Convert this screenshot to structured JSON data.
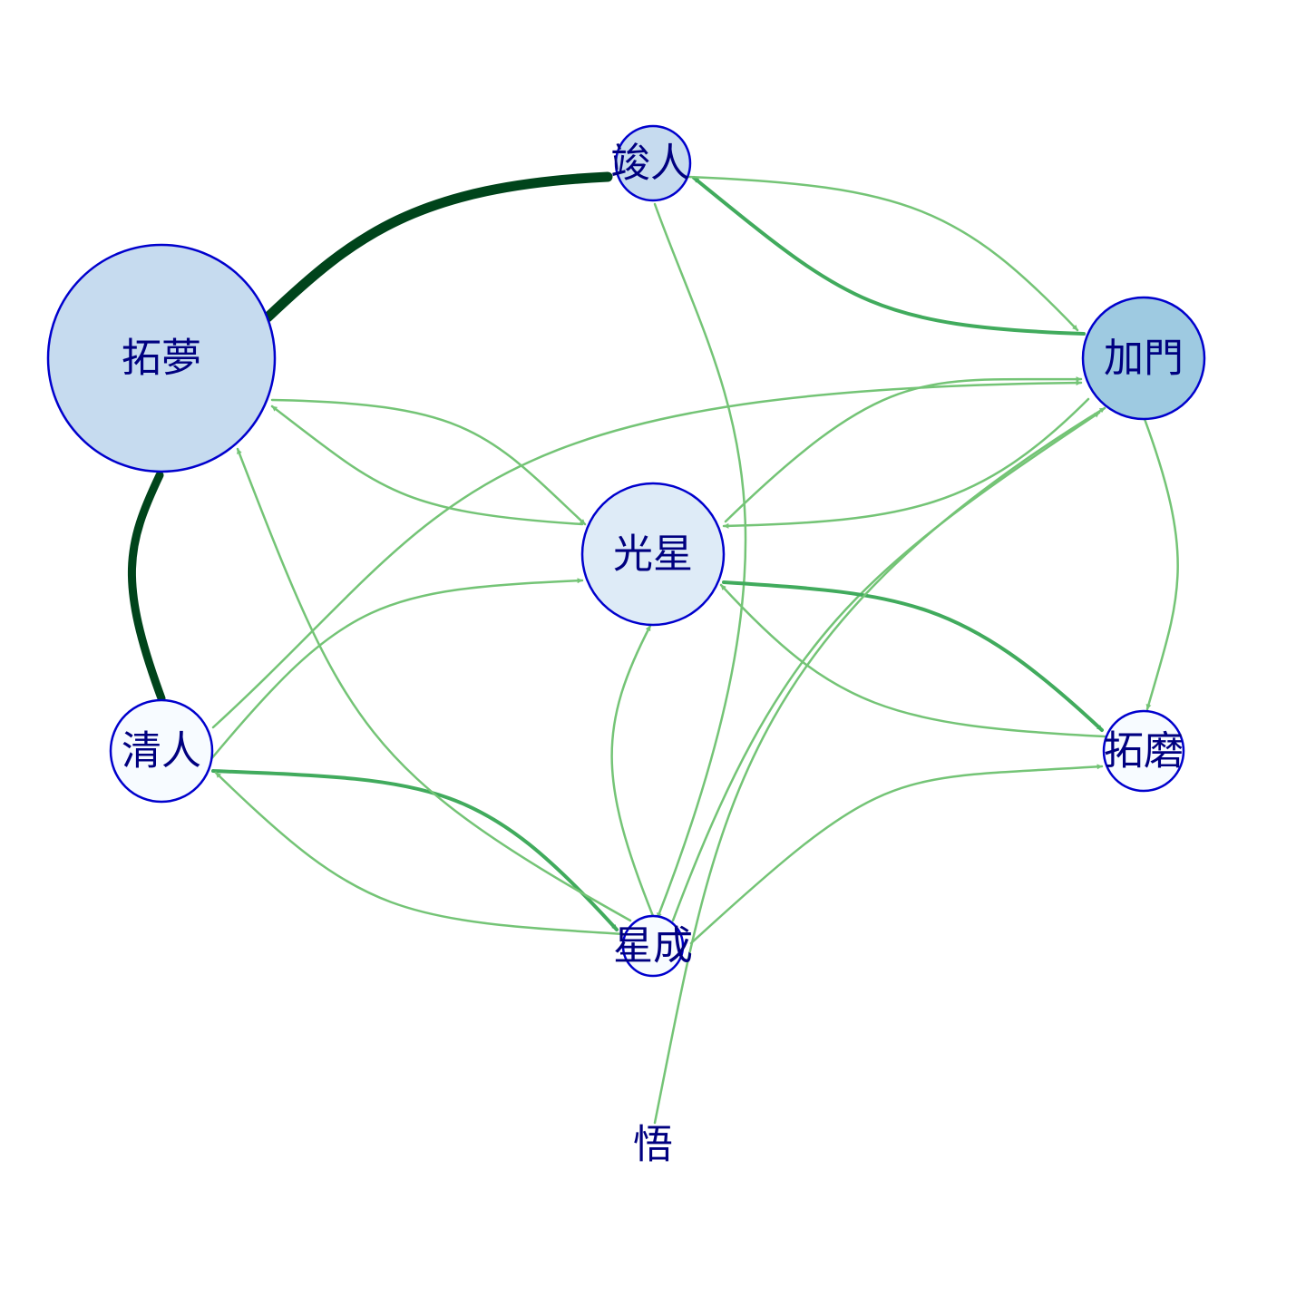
{
  "diagram": {
    "type": "directed-graph",
    "nodes": [
      {
        "id": "takumu",
        "label": "拓夢",
        "fill": "#c6dbef"
      },
      {
        "id": "shunin",
        "label": "竣人",
        "fill": "#c6dbef"
      },
      {
        "id": "kamon",
        "label": "加門",
        "fill": "#9ecae1"
      },
      {
        "id": "kosei",
        "label": "光星",
        "fill": "#deebf7"
      },
      {
        "id": "kiyoto",
        "label": "清人",
        "fill": "#f7fbff"
      },
      {
        "id": "takuma",
        "label": "拓磨",
        "fill": "#f7fbff"
      },
      {
        "id": "seisei",
        "label": "星成",
        "fill": "#f7fbff"
      },
      {
        "id": "satoru",
        "label": "悟",
        "fill": "none"
      }
    ],
    "edges": [
      {
        "from": "takumu",
        "to": "shunin",
        "weight": 5
      },
      {
        "from": "kiyoto",
        "to": "takumu",
        "weight": 5
      },
      {
        "from": "kamon",
        "to": "shunin",
        "weight": 3
      },
      {
        "from": "shunin",
        "to": "kamon",
        "weight": 1
      },
      {
        "from": "shunin",
        "to": "seisei",
        "weight": 1
      },
      {
        "from": "takumu",
        "to": "kosei",
        "weight": 1
      },
      {
        "from": "kosei",
        "to": "takumu",
        "weight": 1
      },
      {
        "from": "kiyoto",
        "to": "kamon",
        "weight": 1
      },
      {
        "from": "kiyoto",
        "to": "kosei",
        "weight": 1
      },
      {
        "from": "kiyoto",
        "to": "seisei",
        "weight": 3
      },
      {
        "from": "seisei",
        "to": "kiyoto",
        "weight": 1
      },
      {
        "from": "seisei",
        "to": "takumu",
        "weight": 1
      },
      {
        "from": "seisei",
        "to": "kosei",
        "weight": 1
      },
      {
        "from": "seisei",
        "to": "kamon",
        "weight": 1
      },
      {
        "from": "seisei",
        "to": "takuma",
        "weight": 1
      },
      {
        "from": "kamon",
        "to": "kosei",
        "weight": 1
      },
      {
        "from": "kosei",
        "to": "kamon",
        "weight": 1
      },
      {
        "from": "kamon",
        "to": "takuma",
        "weight": 1
      },
      {
        "from": "kosei",
        "to": "takuma",
        "weight": 2
      },
      {
        "from": "takuma",
        "to": "kosei",
        "weight": 1
      },
      {
        "from": "satoru",
        "to": "kamon",
        "weight": 1
      }
    ],
    "colors": {
      "node_stroke": "#0000cd",
      "label": "#000080",
      "edge_weight_1": "#74c476",
      "edge_weight_2": "#41ab5d",
      "edge_weight_3": "#41ab5d",
      "edge_weight_5": "#00441b"
    }
  }
}
